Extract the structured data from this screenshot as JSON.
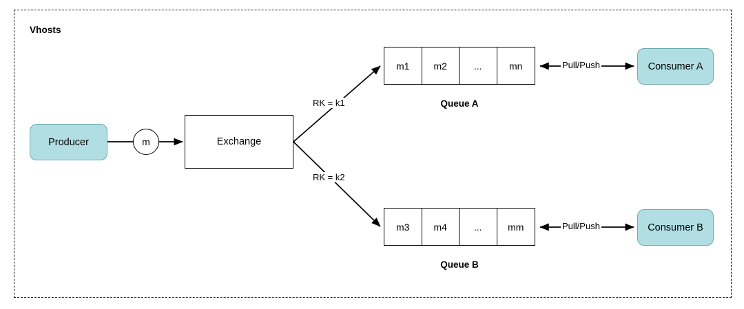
{
  "container": {
    "label": "Vhosts",
    "style": "dashed"
  },
  "colors": {
    "node_fill": "#b1dee3",
    "node_stroke": "#6ea8ad",
    "line": "#000000",
    "box_fill": "#ffffff"
  },
  "nodes": {
    "producer": {
      "label": "Producer",
      "shape": "rounded-rect"
    },
    "message": {
      "label": "m",
      "shape": "circle"
    },
    "exchange": {
      "label": "Exchange",
      "shape": "rect"
    },
    "consumer_a": {
      "label": "Consumer A",
      "shape": "rounded-rect"
    },
    "consumer_b": {
      "label": "Consumer B",
      "shape": "rounded-rect"
    }
  },
  "queues": [
    {
      "caption": "Queue A",
      "cells": [
        "m1",
        "m2",
        "...",
        "mn"
      ]
    },
    {
      "caption": "Queue B",
      "cells": [
        "m3",
        "m4",
        "...",
        "mm"
      ]
    }
  ],
  "edges": {
    "routing_key_1": "RK = k1",
    "routing_key_2": "RK = k2",
    "pull_push_a": "Pull/Push",
    "pull_push_b": "Pull/Push"
  }
}
